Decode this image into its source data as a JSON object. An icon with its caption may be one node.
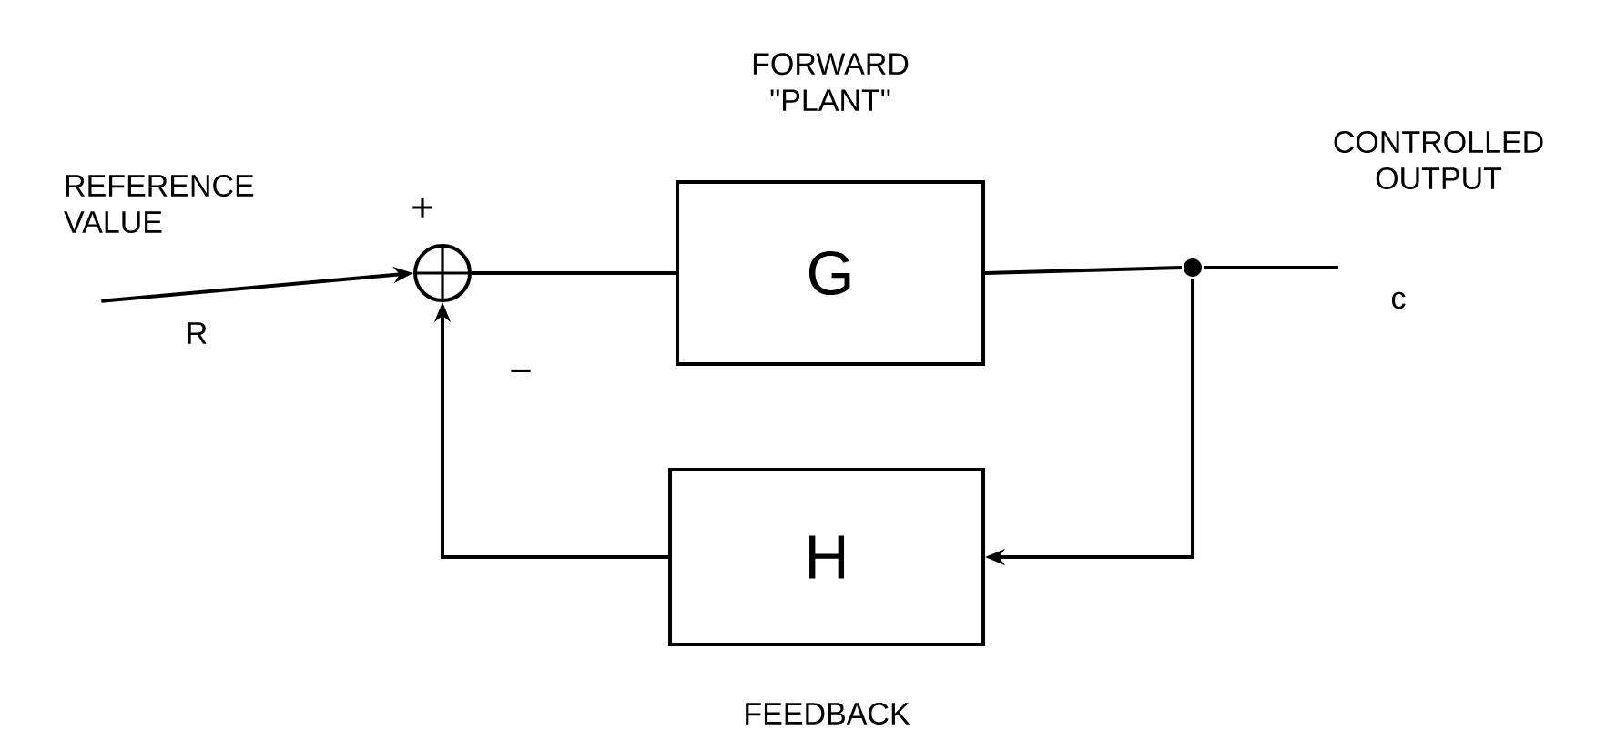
{
  "diagram": {
    "nodes": [
      {
        "text": [
          "REFERENCE VALUE"
        ],
        "beside": [
          "R"
        ]
      },
      {
        "text": [],
        "shape": "circle"
      },
      {
        "text": [
          "FORWARD \"PLANT\"",
          "G"
        ]
      },
      {
        "text": [],
        "shape": "circle"
      },
      {
        "text": [
          "CONTROLLED OUTPUT",
          "c"
        ]
      },
      {
        "text": [
          "H",
          "FEEDBACK"
        ]
      }
    ],
    "edges": [
      {
        "from": 0,
        "to": 1,
        "arrow": "to"
      },
      {
        "from": 1,
        "to": 2,
        "arrow": "none"
      },
      {
        "from": 2,
        "to": 3,
        "arrow": "none"
      },
      {
        "from": 3,
        "to": 4,
        "arrow": "none"
      },
      {
        "from": 3,
        "to": 5,
        "arrow": "to"
      },
      {
        "from": 5,
        "to": 1,
        "arrow": "to"
      }
    ],
    "labels": [
      "+",
      "−"
    ]
  }
}
